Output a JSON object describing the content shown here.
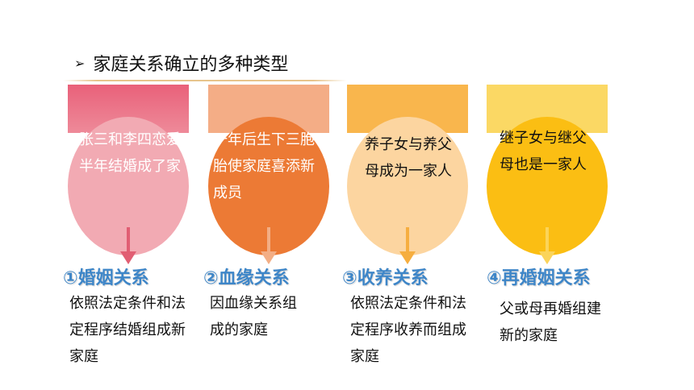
{
  "heading": {
    "arrow": "➢",
    "text": "家庭关系确立的多种类型"
  },
  "colors": {
    "pink_bar": "#e9617a",
    "pink_circle": "#f1a9b2",
    "orange_bar": "#f3ab84",
    "orange_circle": "#ec7a35",
    "peach_bar": "#f9b64d",
    "peach_circle": "#fbd49f",
    "yellow_bar": "#fbd864",
    "yellow_circle": "#fbbe13"
  },
  "cards": [
    {
      "circle_text": "张三和李四恋爱半年结婚成了家",
      "title": "①婚姻关系",
      "desc": "依照法定条件和法定程序结婚组成新家庭"
    },
    {
      "circle_text": "一年后生下三胞胎使家庭喜添新成员",
      "title": "②血缘关系",
      "desc": "因血缘关系组成的家庭"
    },
    {
      "circle_text": "养子女与养父母成为一家人",
      "title": "③收养关系",
      "desc": "依照法定条件和法定程序收养而组成家庭"
    },
    {
      "circle_text": "继子女与继父母也是一家人",
      "title": "④再婚姻关系",
      "desc": "父或母再婚组建新的家庭"
    }
  ]
}
